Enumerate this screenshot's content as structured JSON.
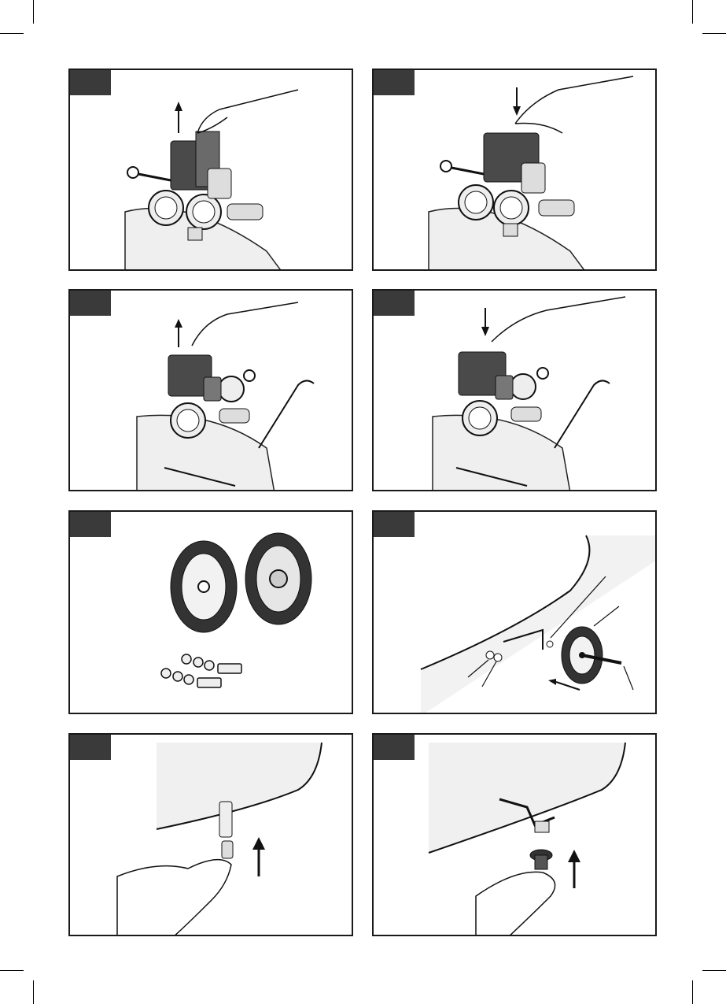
{
  "page": {
    "panels": [
      {
        "id": "fig-1",
        "illustration": "pressure-switch-pull-up"
      },
      {
        "id": "fig-2",
        "illustration": "pressure-switch-push-down"
      },
      {
        "id": "fig-3",
        "illustration": "pressure-switch-pull-up-rear"
      },
      {
        "id": "fig-4",
        "illustration": "pressure-switch-push-down-rear"
      },
      {
        "id": "fig-5",
        "illustration": "wheels-and-bolts"
      },
      {
        "id": "fig-6",
        "illustration": "wheel-mounting"
      },
      {
        "id": "fig-7",
        "illustration": "rubber-foot-insert"
      },
      {
        "id": "fig-8",
        "illustration": "foot-bracket-insert"
      }
    ]
  }
}
